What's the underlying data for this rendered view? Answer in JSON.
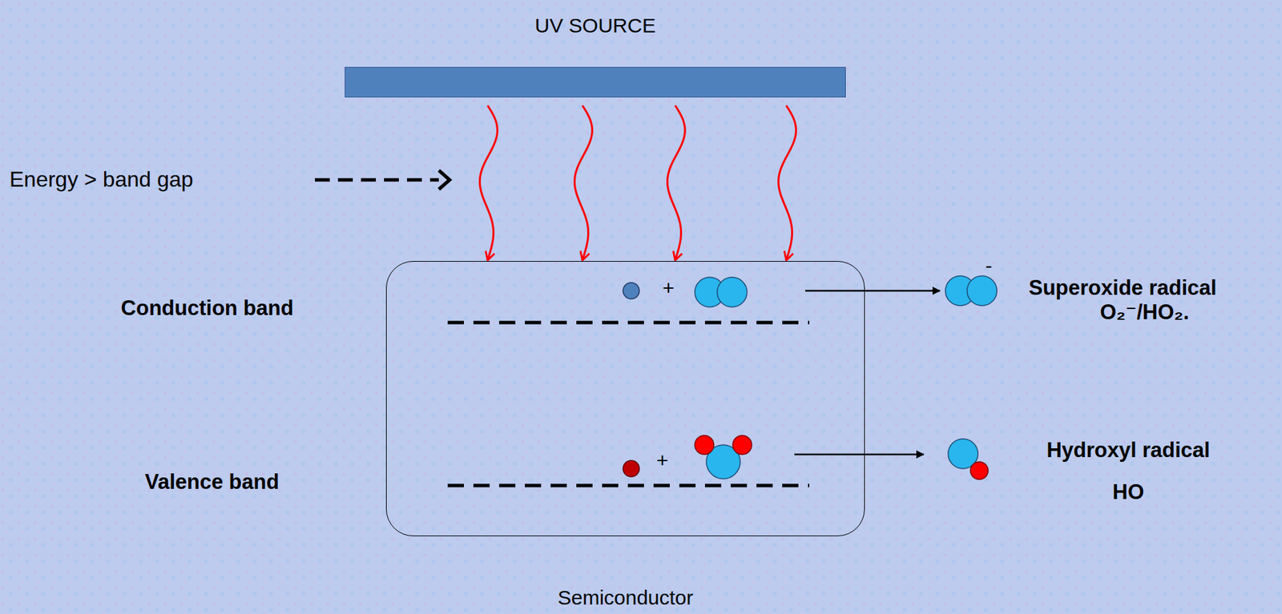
{
  "diagram": {
    "nodes": [
      {
        "text": [
          "UV SOURCE"
        ]
      },
      {
        "text": [
          "Semiconductor"
        ]
      }
    ],
    "edges": [
      {
        "from": 0,
        "to": 1,
        "arrow": "to"
      },
      {
        "from": 0,
        "to": 1,
        "arrow": "to"
      },
      {
        "from": 0,
        "to": 1,
        "arrow": "to"
      },
      {
        "from": 0,
        "to": 1,
        "arrow": "to"
      }
    ],
    "labels": [
      "Energy > band gap",
      "Conduction band",
      "Valence band",
      "+",
      "+",
      "-",
      "Superoxide radical",
      "O₂⁻/HO₂.",
      "Hydroxyl radical",
      "HO"
    ]
  }
}
